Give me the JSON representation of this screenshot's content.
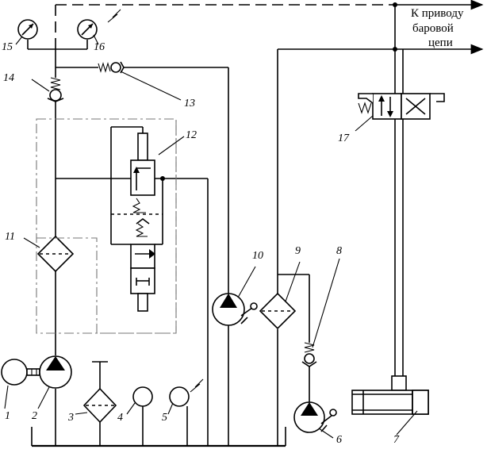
{
  "caption": {
    "line1": "К приводу",
    "line2": "баровой",
    "line3": "цепи"
  },
  "labels": {
    "l1": "1",
    "l2": "2",
    "l3": "3",
    "l4": "4",
    "l5": "5",
    "l6": "6",
    "l7": "7",
    "l8": "8",
    "l9": "9",
    "l10": "10",
    "l11": "11",
    "l12": "12",
    "l13": "13",
    "l14": "14",
    "l15": "15",
    "l16": "16",
    "l17": "17"
  }
}
